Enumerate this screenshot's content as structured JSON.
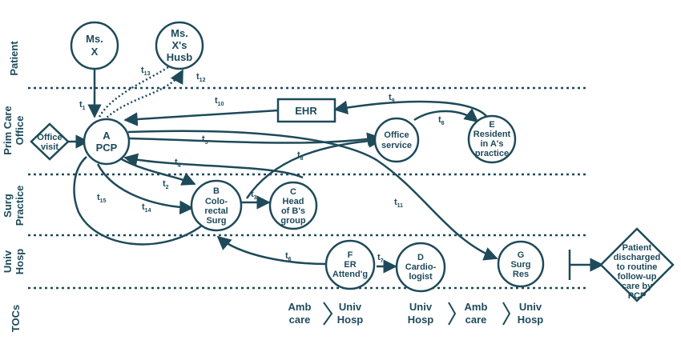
{
  "lanes": {
    "patient": "Patient",
    "prim_care_1": "Prim Care",
    "prim_care_2": "Office",
    "surg_1": "Surg",
    "surg_2": "Practice",
    "univ_1": "Univ",
    "univ_2": "Hosp",
    "tocs": "TOCs"
  },
  "nodes": {
    "ms_x": [
      "Ms.",
      "X"
    ],
    "husb": [
      "Ms.",
      "X's",
      "Husb"
    ],
    "pcp": [
      "A",
      "PCP"
    ],
    "office_visit": [
      "Office",
      "visit"
    ],
    "ehr": "EHR",
    "office_service": [
      "Office",
      "service"
    ],
    "resident": [
      "E",
      "Resident",
      "in A's",
      "practice"
    ],
    "colorectal": [
      "B",
      "Colo-",
      "rectal",
      "Surg"
    ],
    "head": [
      "C",
      "Head",
      "of B's",
      "group"
    ],
    "er": [
      "F",
      "ER",
      "Attend'g"
    ],
    "cardio": [
      "D",
      "Cardio-",
      "logist"
    ],
    "surg_res": [
      "G",
      "Surg",
      "Res"
    ],
    "discharged": [
      "Patient",
      "discharged",
      "to routine",
      "follow-up",
      "care by",
      "PCP"
    ]
  },
  "transitions": {
    "t1": "1",
    "t2": "2",
    "t3": "3",
    "t4": "4",
    "t5": "5",
    "t6": "6",
    "t7": "7",
    "t8": "8",
    "t8b": "8",
    "t9": "9",
    "t10": "10",
    "t11": "11",
    "t12": "12",
    "t13": "13",
    "t14": "14",
    "t15": "15"
  },
  "tocs": [
    {
      "from": [
        "Amb",
        "care"
      ],
      "to": [
        "Univ",
        "Hosp"
      ]
    },
    {
      "from": [
        "Univ",
        "Hosp"
      ],
      "to": [
        "Amb",
        "care"
      ]
    },
    {
      "to": [
        "Univ",
        "Hosp"
      ]
    }
  ],
  "colors": {
    "ink": "#1e4a5a",
    "background": "#ffffff"
  }
}
